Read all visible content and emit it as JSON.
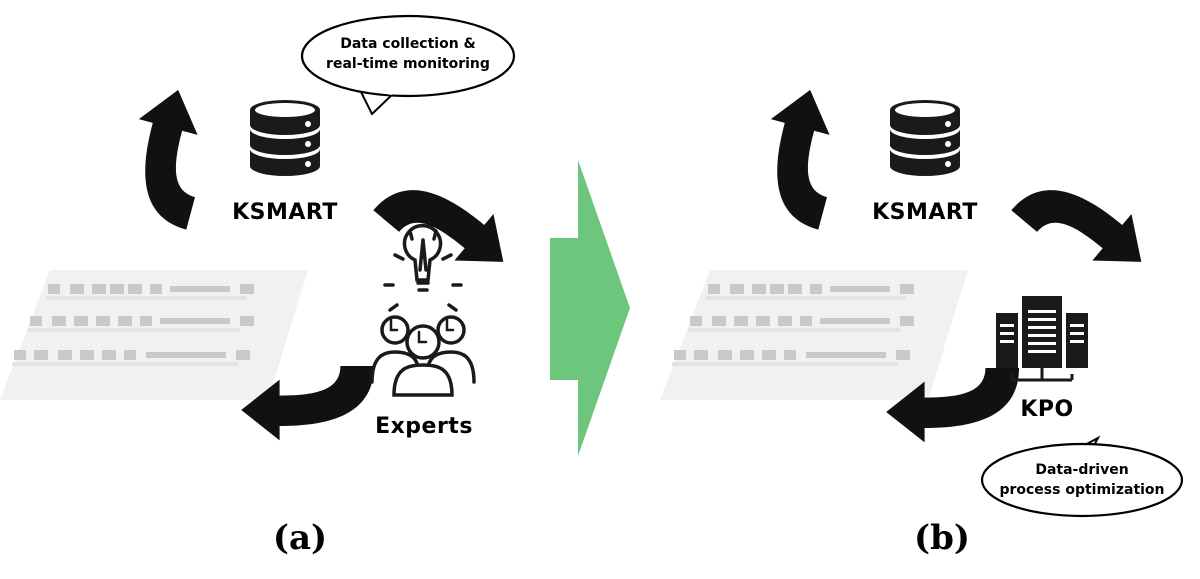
{
  "panel_a": {
    "caption": "(a)",
    "database_label": "KSMART",
    "experts_label": "Experts",
    "bubble_line1": "Data collection &",
    "bubble_line2": "real-time monitoring"
  },
  "panel_b": {
    "caption": "(b)",
    "database_label": "KSMART",
    "kpo_label": "KPO",
    "bubble_line1": "Data-driven",
    "bubble_line2": "process optimization"
  },
  "colors": {
    "transition_arrow": "#6cc77c",
    "arrow": "#111111",
    "icon": "#1a1a1a",
    "factory": "#cfcfcf"
  }
}
